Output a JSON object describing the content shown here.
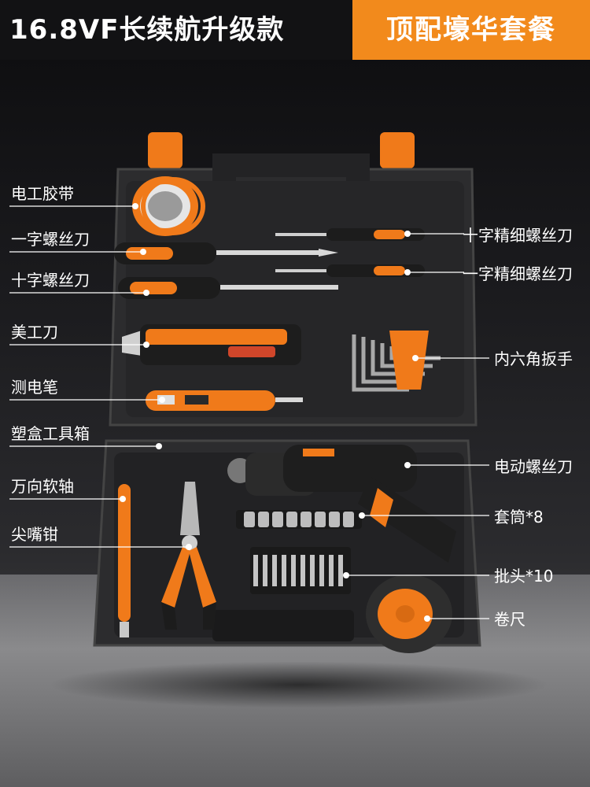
{
  "header": {
    "left_text": "16.8VF长续航升级款",
    "right_text": "顶配壕华套餐"
  },
  "labels": {
    "electrical_tape": "电工胶带",
    "flat_screwdriver": "一字螺丝刀",
    "phillips_screwdriver": "十字螺丝刀",
    "utility_knife": "美工刀",
    "test_pen": "测电笔",
    "plastic_case": "塑盒工具箱",
    "flex_shaft": "万向软轴",
    "needle_nose_pliers": "尖嘴钳",
    "precision_phillips": "十字精细螺丝刀",
    "precision_flat": "一字精细螺丝刀",
    "hex_keys": "内六角扳手",
    "electric_screwdriver": "电动螺丝刀",
    "sockets": "套筒*8",
    "bits": "批头*10",
    "tape_measure": "卷尺"
  },
  "colors": {
    "accent": "#f28a1c",
    "case": "#2a2a2c",
    "header_dark": "#121214"
  }
}
